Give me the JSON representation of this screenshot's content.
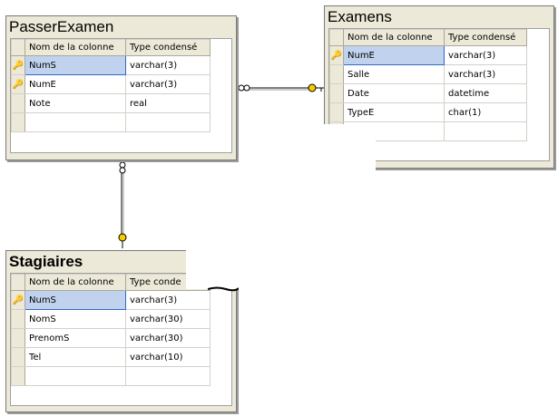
{
  "tables": {
    "passer_examen": {
      "title": "PasserExamen",
      "headers": [
        "Nom de la colonne",
        "Type condensé"
      ],
      "rows": [
        {
          "name": "NumS",
          "type": "varchar(3)",
          "key": true
        },
        {
          "name": "NumE",
          "type": "varchar(3)",
          "key": true
        },
        {
          "name": "Note",
          "type": "real",
          "key": false
        }
      ]
    },
    "examens": {
      "title": "Examens",
      "headers": [
        "Nom de la colonne",
        "Type condensé"
      ],
      "rows": [
        {
          "name": "NumE",
          "type": "varchar(3)",
          "key": true
        },
        {
          "name": "Salle",
          "type": "varchar(3)",
          "key": false
        },
        {
          "name": "Date",
          "type": "datetime",
          "key": false
        },
        {
          "name": "TypeE",
          "type": "char(1)",
          "key": false
        }
      ]
    },
    "stagiaires": {
      "title": "Stagiaires",
      "headers": [
        "Nom de la colonne",
        "Type conde"
      ],
      "rows": [
        {
          "name": "NumS",
          "type": "varchar(3)",
          "key": true
        },
        {
          "name": "NomS",
          "type": "varchar(30)",
          "key": false
        },
        {
          "name": "PrenomS",
          "type": "varchar(30)",
          "key": false
        },
        {
          "name": "Tel",
          "type": "varchar(10)",
          "key": false
        }
      ]
    }
  },
  "relationships": [
    {
      "from": "PasserExamen",
      "to": "Examens",
      "many_end": "PasserExamen",
      "one_end": "Examens"
    },
    {
      "from": "PasserExamen",
      "to": "Stagiaires",
      "many_end": "PasserExamen",
      "one_end": "Stagiaires"
    }
  ],
  "colors": {
    "key_icon": "#d4a800",
    "selection": "#c1d2ee",
    "frame": "#ece9d8"
  }
}
